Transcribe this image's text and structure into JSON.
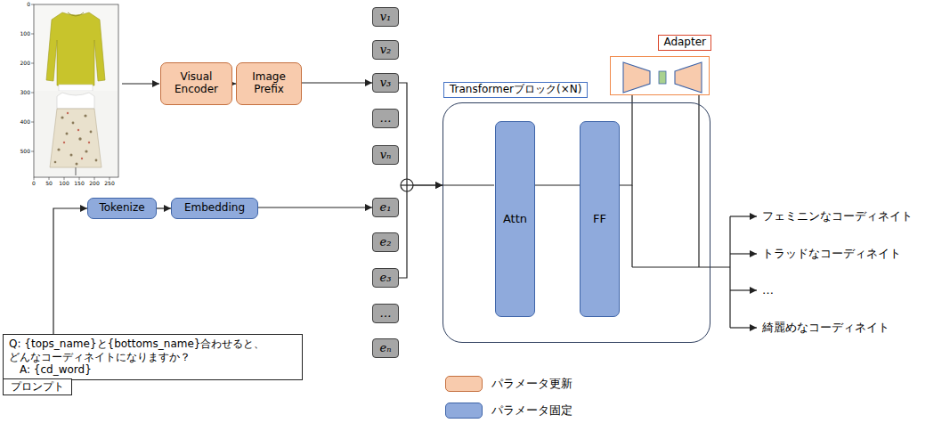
{
  "diagram": {
    "nodes": [
      {
        "text": [
          "Visual Encoder"
        ]
      },
      {
        "text": [
          "Image Prefix"
        ]
      },
      {
        "text": [
          "v₁"
        ]
      },
      {
        "text": [
          "v₂"
        ]
      },
      {
        "text": [
          "v₃"
        ]
      },
      {
        "text": [
          "…"
        ]
      },
      {
        "text": [
          "vₙ"
        ]
      },
      {
        "text": [
          "Transformerブロック(×N)"
        ]
      },
      {
        "text": [
          "Attn"
        ],
        "in": 7
      },
      {
        "text": [
          "FF"
        ],
        "in": 7
      },
      {
        "text": [
          "Adapter"
        ]
      },
      {
        "text": [
          "Tokenize"
        ]
      },
      {
        "text": [
          "Embedding"
        ]
      },
      {
        "text": [
          "e₁"
        ]
      },
      {
        "text": [
          "e₂"
        ]
      },
      {
        "text": [
          "e₃"
        ]
      },
      {
        "text": [
          "…"
        ]
      },
      {
        "text": [
          "eₙ"
        ]
      },
      {
        "text": [
          "Q: {tops_name}と{bottoms_name}合わせると、 どんなコーディネイトになりますか？",
          "A: {cd_word}"
        ]
      },
      {
        "text": [
          "プロンプト"
        ]
      }
    ],
    "edges": [
      {
        "from": 0,
        "to": 1,
        "arrow": "to"
      },
      {
        "from": 1,
        "to": 4,
        "arrow": "to"
      },
      {
        "from": 4,
        "to": 7,
        "arrow": "to"
      },
      {
        "from": 15,
        "to": 7,
        "arrow": "to"
      },
      {
        "from": 8,
        "to": 9,
        "arrow": "none"
      },
      {
        "from": 9,
        "to": 10,
        "arrow": "none"
      },
      {
        "from": 11,
        "to": 12,
        "arrow": "to"
      },
      {
        "from": 12,
        "to": 13,
        "arrow": "to"
      },
      {
        "from": 18,
        "to": 11,
        "arrow": "to"
      }
    ],
    "labels": [
      "0",
      "100",
      "200",
      "300",
      "400",
      "500",
      "0",
      "50",
      "100",
      "150",
      "200",
      "250",
      "フェミニンなコーディネイト",
      "トラッドなコーディネイト",
      "…",
      "綺麗めなコーディネイト"
    ],
    "legend": [
      {
        "text": "パラメータ更新",
        "color": "#f8cbad"
      },
      {
        "text": "パラメータ固定",
        "color": "#8faadc"
      }
    ]
  }
}
